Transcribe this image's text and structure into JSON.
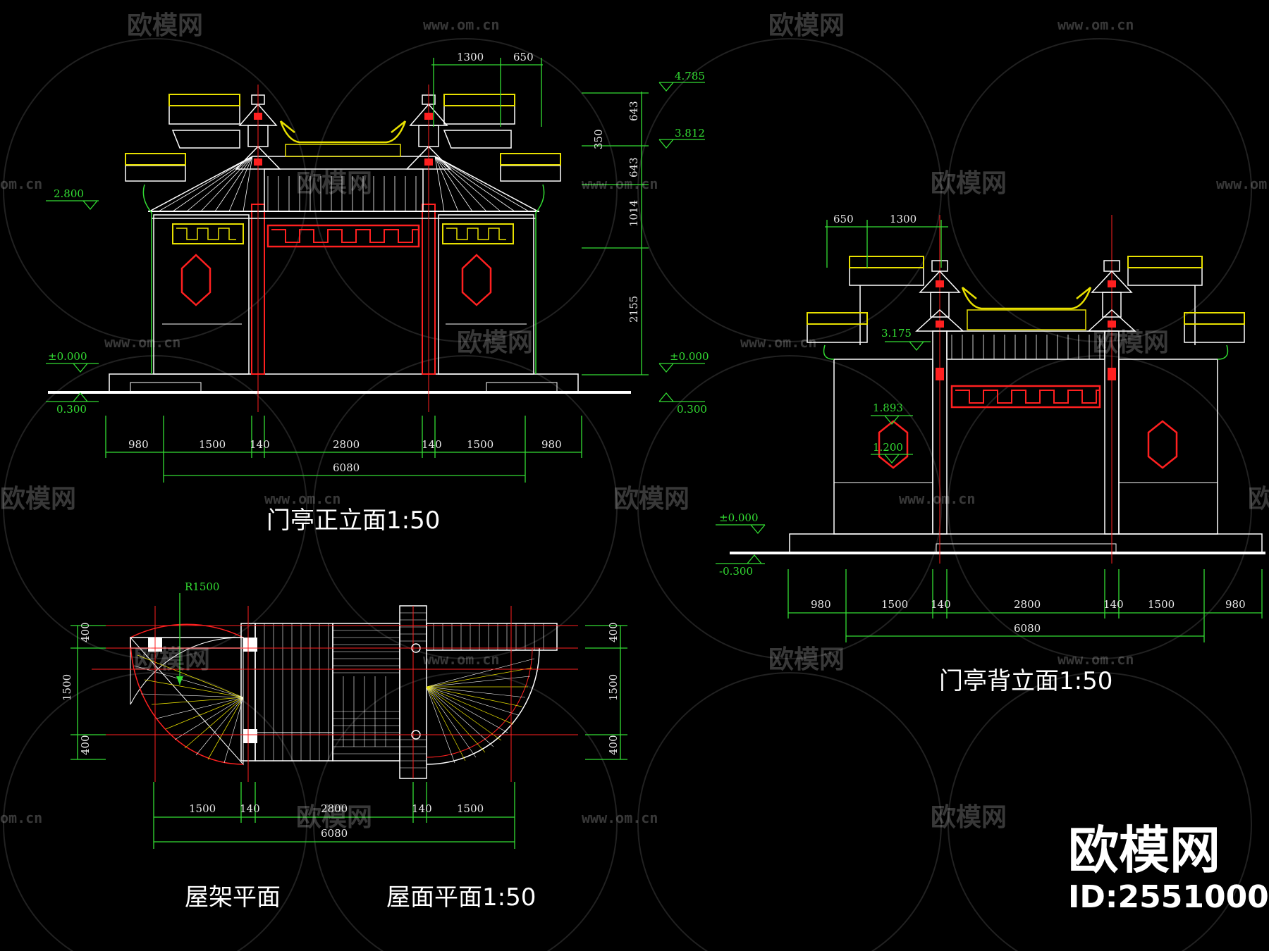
{
  "titles": {
    "front": "门亭正立面1:50",
    "back": "门亭背立面1:50",
    "frame_plan": "屋架平面",
    "roof_plan": "屋面平面1:50"
  },
  "front_elevation": {
    "top_dims": [
      "1300",
      "650"
    ],
    "right_dims": [
      "643",
      "350",
      "643",
      "1014",
      "2155"
    ],
    "levels": [
      "4.785",
      "3.812",
      "2.800",
      "±0.000",
      "±0.000",
      "0.300",
      "0.300"
    ],
    "bottom_dims": [
      "980",
      "1500",
      "140",
      "2800",
      "140",
      "1500",
      "980"
    ],
    "total": "6080"
  },
  "back_elevation": {
    "top_dims": [
      "650",
      "1300"
    ],
    "levels": [
      "3.175",
      "1.893",
      "1.200",
      "±0.000",
      "-0.300"
    ],
    "bottom_dims": [
      "980",
      "1500",
      "140",
      "2800",
      "140",
      "1500",
      "980"
    ],
    "total": "6080"
  },
  "plan": {
    "radius": "R1500",
    "left_dims": [
      "400",
      "1500",
      "400"
    ],
    "right_dims": [
      "400",
      "1500",
      "400"
    ],
    "bottom_dims": [
      "1500",
      "140",
      "2800",
      "140",
      "1500"
    ],
    "total": "6080"
  },
  "watermark": {
    "text": "欧模网",
    "url": "www.om.cn",
    "url_short": "om.cn"
  },
  "brand": {
    "name": "欧模网",
    "id": "ID:2551000"
  },
  "colors": {
    "line": "#ffffff",
    "dimension": "#33dd33",
    "accent_red": "#ff2020",
    "accent_yellow": "#e8e000"
  }
}
